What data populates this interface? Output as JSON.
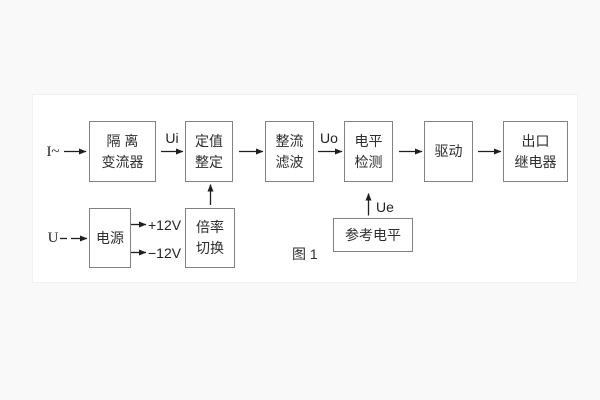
{
  "figure": {
    "caption": "图 1",
    "colors": {
      "line": "#1f1f1f",
      "box_border": "#828282",
      "text": "#2e2e2e",
      "panel_bg": "#ffffff",
      "outer_bg": "#f9f9f9"
    }
  },
  "blocks": {
    "isolation_transformer": {
      "line1": "隔 离",
      "line2": "变流器"
    },
    "setting_adjust": {
      "line1": "定值",
      "line2": "整定"
    },
    "rectifier_filter": {
      "line1": "整流",
      "line2": "滤波"
    },
    "level_detect": {
      "line1": "电平",
      "line2": "检测"
    },
    "drive": {
      "line1": "驱动"
    },
    "output_relay": {
      "line1": "出口",
      "line2": "继电器"
    },
    "power_supply": {
      "line1": "电源"
    },
    "ratio_switch": {
      "line1": "倍率",
      "line2": "切换"
    },
    "reference_level": {
      "line1": "参考电平"
    }
  },
  "labels": {
    "input_current": "I~",
    "input_voltage": "U",
    "ui": "Ui",
    "uo": "Uo",
    "ue": "Ue",
    "plus_12v": "+12V",
    "minus_12v": "−12V"
  }
}
